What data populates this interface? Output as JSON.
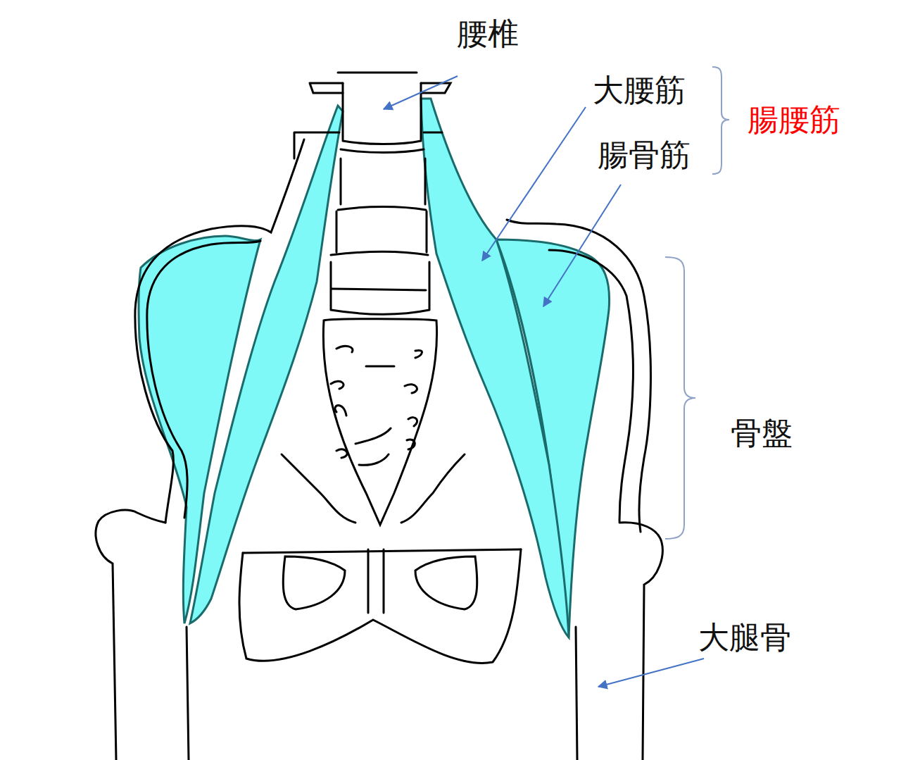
{
  "diagram": {
    "labels": [
      "腰椎",
      "大腰筋",
      "腸骨筋",
      "腸腰筋",
      "骨盤",
      "大腿骨"
    ]
  }
}
